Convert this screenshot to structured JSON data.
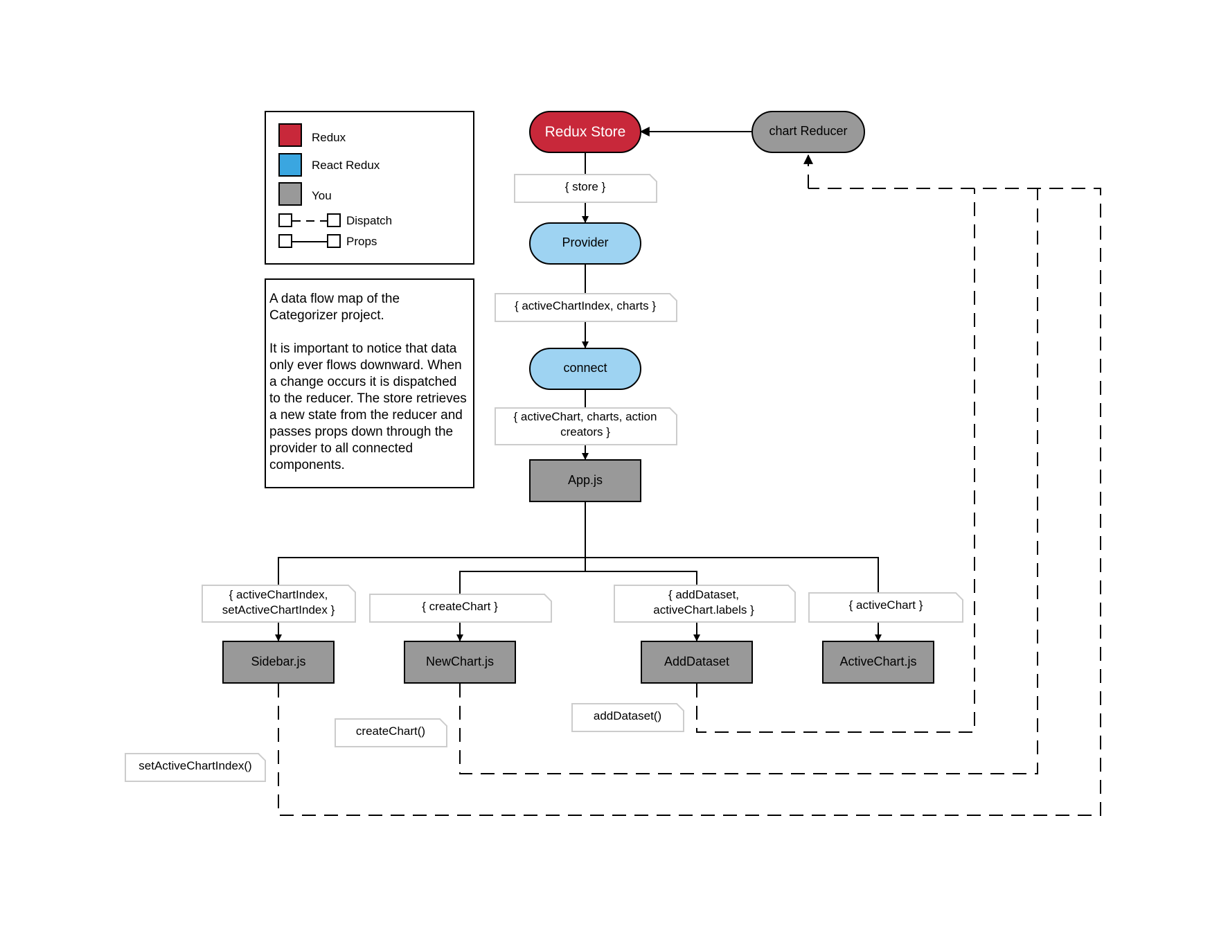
{
  "colors": {
    "redux": "#c8283a",
    "react_redux": "#3aa6e0",
    "react_redux_node": "#9ed3f2",
    "you": "#999999"
  },
  "legend": {
    "redux": "Redux",
    "react_redux": "React Redux",
    "you": "You",
    "dispatch": "Dispatch",
    "props": "Props"
  },
  "description": {
    "line1": "A data flow map of the Categorizer project.",
    "line2": "It is important to notice that data only ever flows downward. When a change occurs it is dispatched to the reducer. The store retrieves a new state from the reducer and passes props down through the provider to all connected components."
  },
  "nodes": {
    "redux_store": "Redux Store",
    "chart_reducer": "chart Reducer",
    "provider": "Provider",
    "connect": "connect",
    "app": "App.js",
    "sidebar": "Sidebar.js",
    "newchart": "NewChart.js",
    "adddataset": "AddDataset",
    "activechart": "ActiveChart.js"
  },
  "notes": {
    "store": "{ store }",
    "provider_props": "{ activeChartIndex, charts }",
    "connect_props_1": "{ activeChart, charts, action",
    "connect_props_2": "creators }",
    "sidebar_props_1": "{ activeChartIndex,",
    "sidebar_props_2": "setActiveChartIndex }",
    "newchart_props": "{ createChart }",
    "adddataset_props_1": "{ addDataset,",
    "adddataset_props_2": "activeChart.labels }",
    "activechart_props": "{ activeChart }",
    "create_chart_dispatch": "createChart()",
    "add_dataset_dispatch": "addDataset()",
    "set_active_dispatch": "setActiveChartIndex()"
  }
}
